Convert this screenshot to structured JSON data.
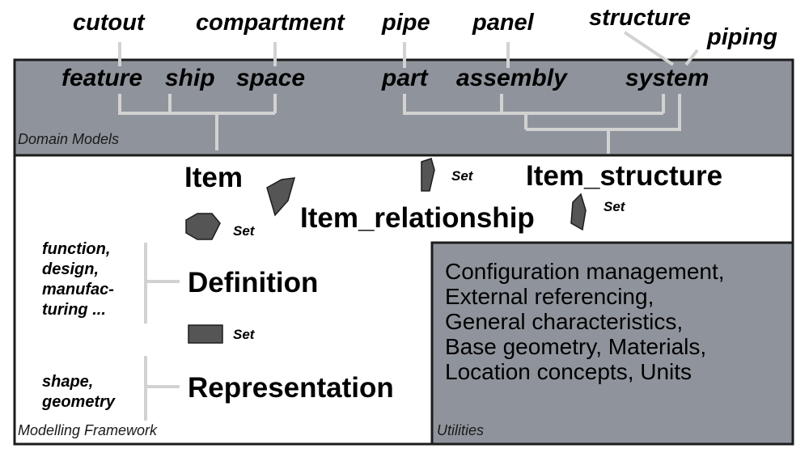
{
  "top_labels": {
    "cutout": "cutout",
    "compartment": "compartment",
    "pipe": "pipe",
    "panel": "panel",
    "structure": "structure",
    "piping": "piping"
  },
  "domain_models": {
    "caption": "Domain Models",
    "labels": {
      "feature": "feature",
      "ship": "ship",
      "space": "space",
      "part": "part",
      "assembly": "assembly",
      "system": "system"
    }
  },
  "framework": {
    "caption": "Modelling Framework",
    "item": "Item",
    "item_relationship": "Item_relationship",
    "item_structure": "Item_structure",
    "definition": "Definition",
    "representation": "Representation",
    "set_label": "Set",
    "definition_aspects": [
      "function,",
      "design,",
      "manufac-",
      "turing ..."
    ],
    "representation_aspects": [
      "shape,",
      "geometry"
    ]
  },
  "utilities": {
    "caption": "Utilities",
    "lines": [
      "Configuration management,",
      "External referencing,",
      "General characteristics,",
      "Base geometry, Materials,",
      "Location concepts, Units"
    ]
  },
  "colors": {
    "box_fill": "#8f949c",
    "box_border": "#1c1c1c",
    "connector": "#d2d2d2",
    "set_icon": "#555555"
  }
}
